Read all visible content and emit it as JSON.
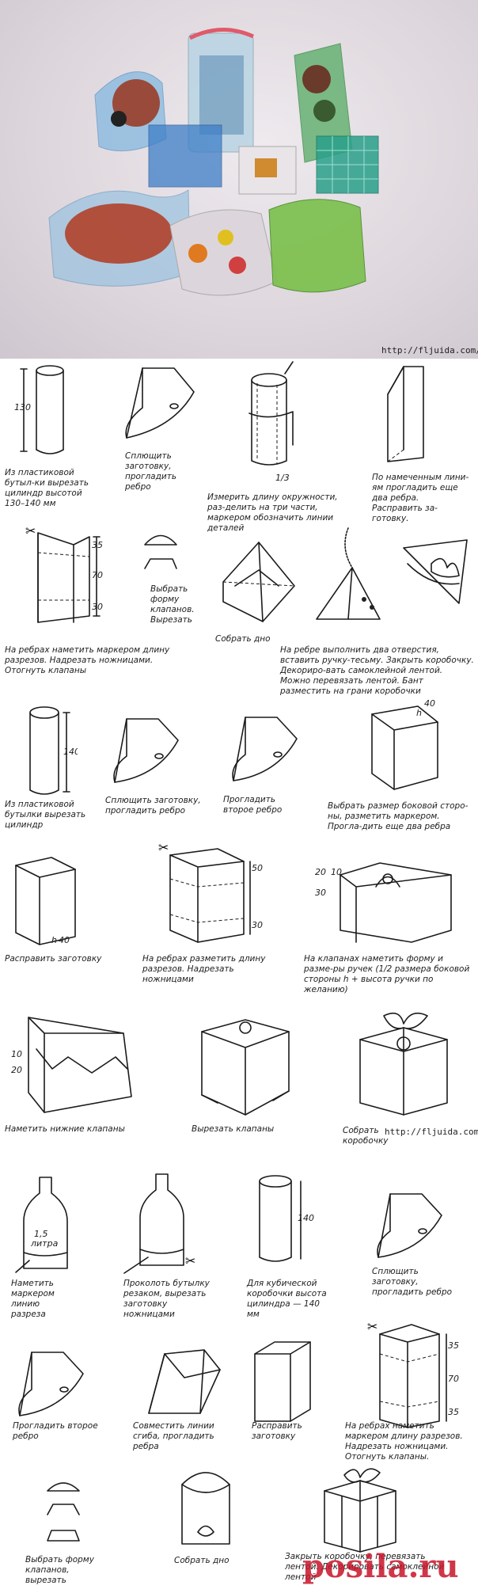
{
  "url": "http://fljuida.com/",
  "watermark": "posila.ru",
  "dims": {
    "d130": "130",
    "d140": "140",
    "d35": "35",
    "d70": "70",
    "d30": "30",
    "d40": "40",
    "d50": "50",
    "d20": "20",
    "d10": "10",
    "dh": "h",
    "dthird": "1/3",
    "d15": "1,5",
    "litra": "литра"
  },
  "captions": {
    "c1": "Из пластиковой бутыл-ки вырезать цилиндр высотой 130–140 мм",
    "c2": "Сплющить заготовку, прогладить ребро",
    "c3": "Измерить длину окружности, раз-делить на три части, маркером обозначить линии деталей",
    "c4": "По намеченным лини-ям прогладить еще два ребра. Расправить за-готовку.",
    "c5": "Выбрать форму клапанов. Вырезать",
    "c6": "На ребрах наметить маркером длину разрезов. Надрезать ножницами. Отогнуть клапаны",
    "c7": "Собрать дно",
    "c8": "На ребре выполнить два отверстия, вставить ручку-тесьму. Закрыть коробочку. Декориро-вать самоклейной лентой. Можно перевязать лентой. Бант разместить на грани коробочки",
    "c9": "Из пластиковой бутылки вырезать цилиндр",
    "c10": "Сплющить заготовку, прогладить ребро",
    "c11": "Прогладить второе ребро",
    "c12": "Выбрать размер боковой сторо-ны, разметить маркером. Прогла-дить еще два ребра",
    "c13": "Расправить заготовку",
    "c14": "На ребрах разметить длину разрезов. Надрезать ножницами",
    "c15": "На клапанах наметить форму и разме-ры ручек (1/2 размера боковой стороны h + высота ручки по желанию)",
    "c16": "Наметить нижние клапаны",
    "c17": "Вырезать клапаны",
    "c18": "Собрать коробочку",
    "c19": "Наметить маркером линию разреза",
    "c20": "Проколоть бутылку резаком, вырезать заготовку ножницами",
    "c21": "Для кубической коробочки высота цилиндра — 140 мм",
    "c22": "Сплющить заготовку, прогладить ребро",
    "c23": "Прогладить второе ребро",
    "c24": "Совместить линии сгиба, прогладить ребра",
    "c25": "Расправить заготовку",
    "c26": "На ребрах наметить маркером длину разрезов. Надрезать ножницами. Отогнуть клапаны.",
    "c27": "Выбрать форму клапанов, вырезать",
    "c28": "Собрать дно",
    "c29": "Закрыть коробочку, перевязать лентой. Декорировать самоклейной лентой"
  }
}
